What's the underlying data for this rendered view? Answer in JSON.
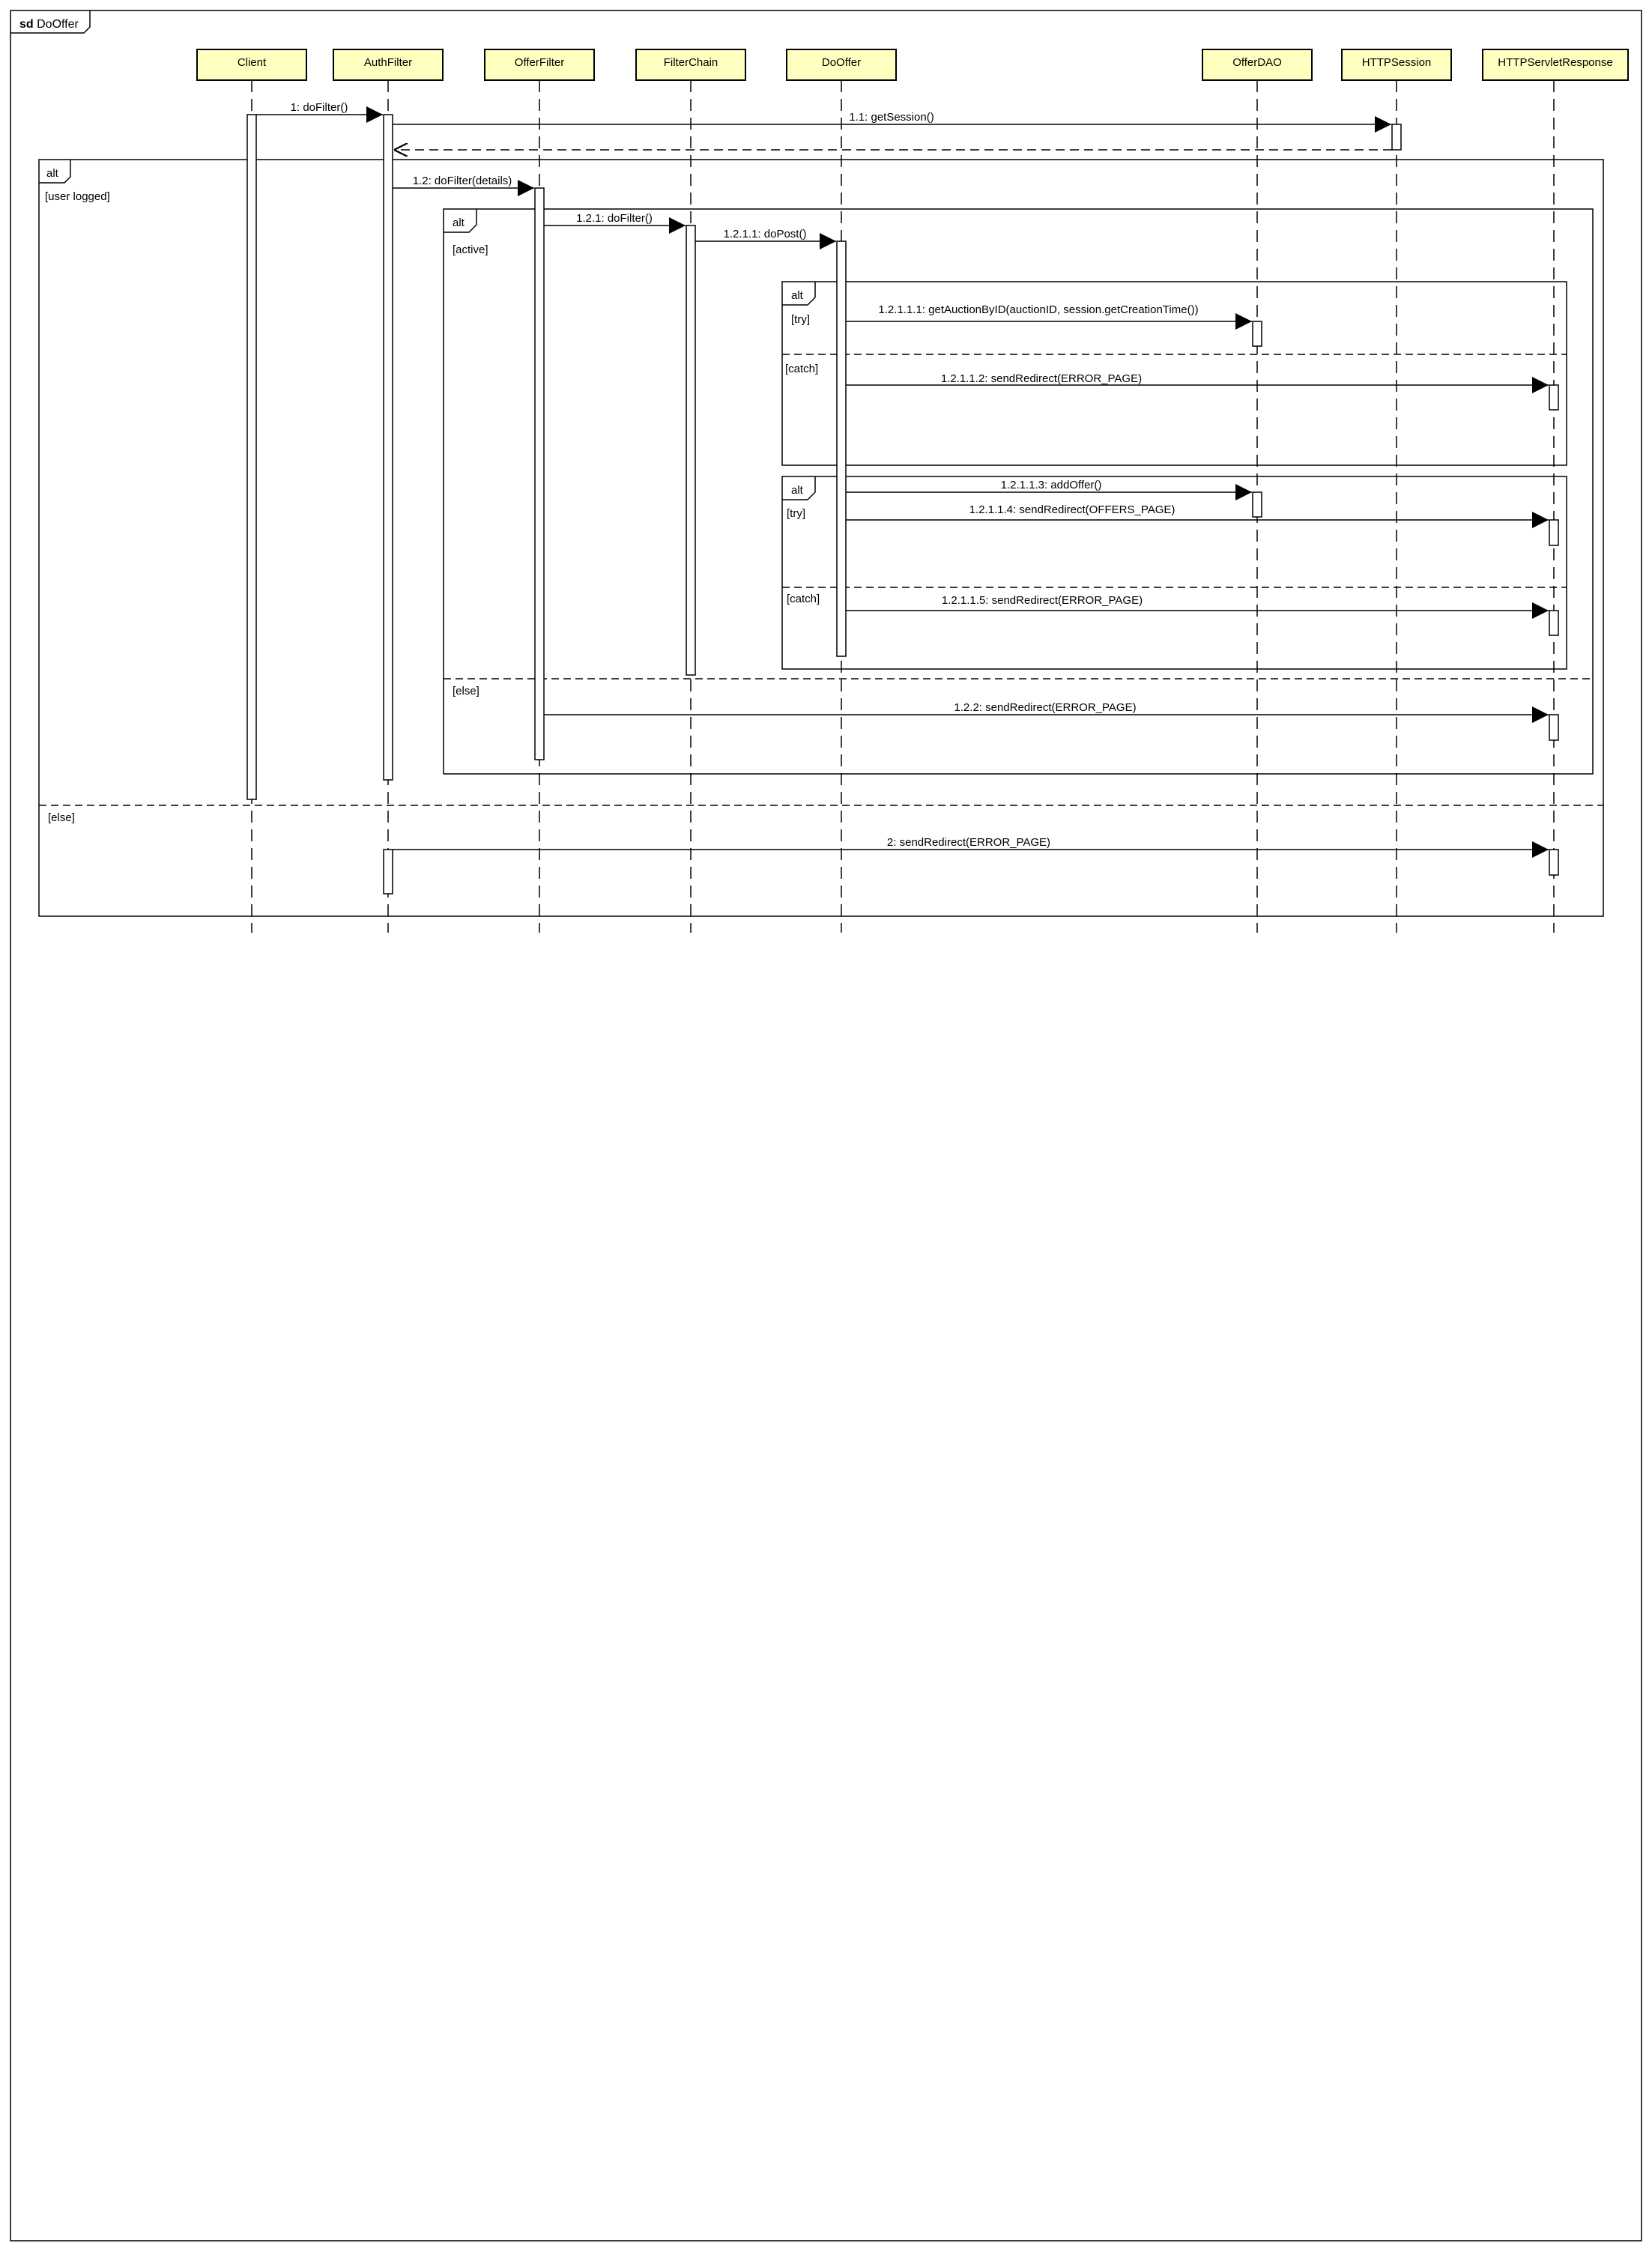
{
  "frame": {
    "keyword": "sd",
    "name": "DoOffer"
  },
  "lifelines": [
    {
      "id": "client",
      "label": "Client"
    },
    {
      "id": "authfilter",
      "label": "AuthFilter"
    },
    {
      "id": "offerfilter",
      "label": "OfferFilter"
    },
    {
      "id": "filterchain",
      "label": "FilterChain"
    },
    {
      "id": "dooffer",
      "label": "DoOffer"
    },
    {
      "id": "offerdao",
      "label": "OfferDAO"
    },
    {
      "id": "httpsession",
      "label": "HTTPSession"
    },
    {
      "id": "response",
      "label": "HTTPServletResponse"
    }
  ],
  "fragments": [
    {
      "id": "alt-outer",
      "operator": "alt",
      "guards": [
        "[user logged]",
        "[else]"
      ]
    },
    {
      "id": "alt-active",
      "operator": "alt",
      "guards": [
        "[active]",
        "[else]"
      ]
    },
    {
      "id": "alt-try1",
      "operator": "alt",
      "guards": [
        "[try]",
        "[catch]"
      ]
    },
    {
      "id": "alt-try2",
      "operator": "alt",
      "guards": [
        "[try]",
        "[catch]"
      ]
    }
  ],
  "messages": [
    {
      "id": "m1",
      "label": "1: doFilter()",
      "from": "client",
      "to": "authfilter",
      "kind": "sync"
    },
    {
      "id": "m1_1",
      "label": "1.1: getSession()",
      "from": "authfilter",
      "to": "httpsession",
      "kind": "sync"
    },
    {
      "id": "m1_1r",
      "label": "",
      "from": "httpsession",
      "to": "authfilter",
      "kind": "return"
    },
    {
      "id": "m1_2",
      "label": "1.2: doFilter(details)",
      "from": "authfilter",
      "to": "offerfilter",
      "kind": "sync"
    },
    {
      "id": "m1_2_1",
      "label": "1.2.1: doFilter()",
      "from": "offerfilter",
      "to": "filterchain",
      "kind": "sync"
    },
    {
      "id": "m1_2_1_1",
      "label": "1.2.1.1: doPost()",
      "from": "filterchain",
      "to": "dooffer",
      "kind": "sync"
    },
    {
      "id": "m1_2_1_1_1",
      "label": "1.2.1.1.1: getAuctionByID(auctionID, session.getCreationTime())",
      "from": "dooffer",
      "to": "offerdao",
      "kind": "sync"
    },
    {
      "id": "m1_2_1_1_2",
      "label": "1.2.1.1.2: sendRedirect(ERROR_PAGE)",
      "from": "dooffer",
      "to": "response",
      "kind": "sync"
    },
    {
      "id": "m1_2_1_1_3",
      "label": "1.2.1.1.3: addOffer()",
      "from": "dooffer",
      "to": "offerdao",
      "kind": "sync"
    },
    {
      "id": "m1_2_1_1_4",
      "label": "1.2.1.1.4: sendRedirect(OFFERS_PAGE)",
      "from": "dooffer",
      "to": "response",
      "kind": "sync"
    },
    {
      "id": "m1_2_1_1_5",
      "label": "1.2.1.1.5: sendRedirect(ERROR_PAGE)",
      "from": "dooffer",
      "to": "response",
      "kind": "sync"
    },
    {
      "id": "m1_2_2",
      "label": "1.2.2: sendRedirect(ERROR_PAGE)",
      "from": "offerfilter",
      "to": "response",
      "kind": "sync"
    },
    {
      "id": "m2",
      "label": "2: sendRedirect(ERROR_PAGE)",
      "from": "authfilter",
      "to": "response",
      "kind": "sync"
    }
  ],
  "colors": {
    "header_fill": "#ffffc0",
    "line": "#000000",
    "background": "#ffffff"
  }
}
